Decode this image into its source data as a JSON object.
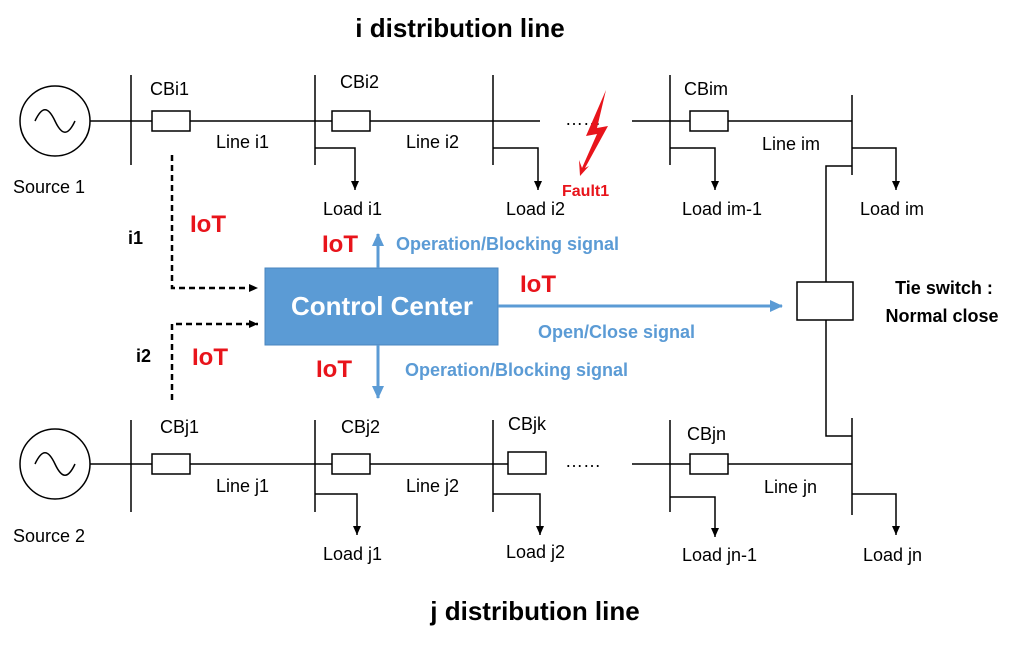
{
  "titles": {
    "top": "i distribution line",
    "bottom": "j distribution line"
  },
  "sources": {
    "s1": "Source 1",
    "s2": "Source 2"
  },
  "breakers": {
    "cbi1": "CBi1",
    "cbi2": "CBi2",
    "cbim": "CBim",
    "cbj1": "CBj1",
    "cbj2": "CBj2",
    "cbjk": "CBjk",
    "cbjn": "CBjn"
  },
  "lines": {
    "li1": "Line i1",
    "li2": "Line i2",
    "lim": "Line im",
    "lj1": "Line j1",
    "lj2": "Line j2",
    "ljn": "Line jn"
  },
  "loads": {
    "i1": "Load i1",
    "i2": "Load i2",
    "im1": "Load im-1",
    "im": "Load im",
    "j1": "Load j1",
    "j2": "Load j2",
    "jn1": "Load jn-1",
    "jn": "Load jn"
  },
  "fault": "Fault1",
  "ellipsis": "……",
  "ellipsis_bottom": "……",
  "control_center": "Control Center",
  "iot_label": "IoT",
  "signals": {
    "i1": "i1",
    "i2": "i2",
    "op_block_top": "Operation/Blocking signal",
    "op_block_bottom": "Operation/Blocking signal",
    "open_close": "Open/Close signal"
  },
  "tie_switch": {
    "line1": "Tie switch :",
    "line2": "Normal close"
  },
  "colors": {
    "control_center_fill": "#5b9bd5",
    "signal_blue": "#5b9bd5",
    "iot_red": "#e8141b"
  }
}
